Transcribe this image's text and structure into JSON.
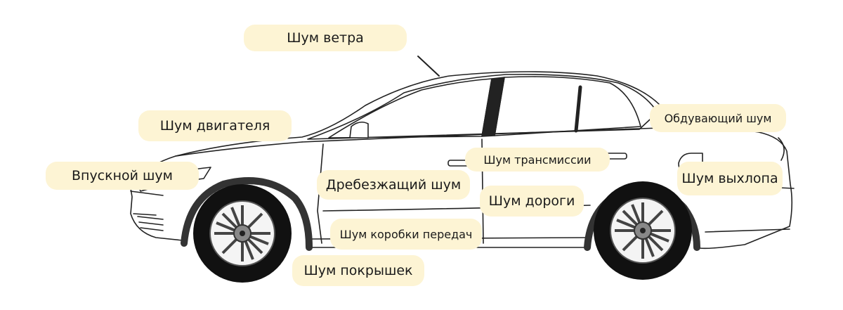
{
  "diagram": {
    "labels": {
      "wind": "Шум ветра",
      "engine": "Шум двигателя",
      "intake": "Впускной шум",
      "rattle": "Дребезжащий шум",
      "transmission": "Шум трансмиссии",
      "road": "Шум дороги",
      "gearbox": "Шум коробки передач",
      "tires": "Шум покрышек",
      "blow": "Обдувающий шум",
      "exhaust": "Шум выхлопа"
    },
    "colors": {
      "label_fill": "#fdf4d4",
      "line": "#222222",
      "tire": "#111111"
    },
    "icons": [
      "sedan-car-illustration",
      "wheel-rim-icon"
    ]
  }
}
